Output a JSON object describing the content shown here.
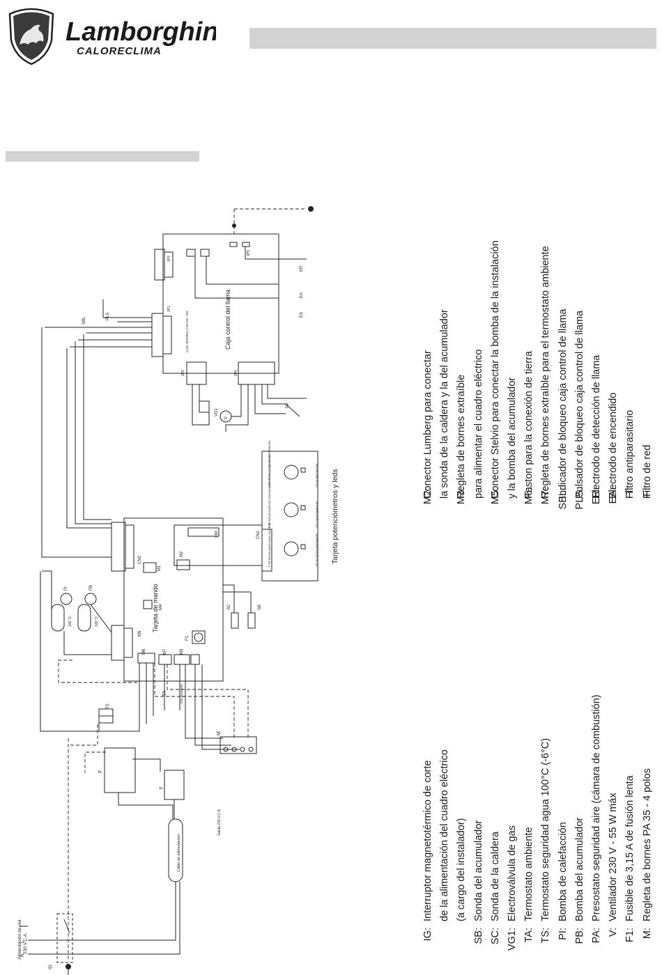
{
  "brand": {
    "name": "Lamborghini",
    "sub": "CALORECLIMA"
  },
  "diagram": {
    "power": {
      "title": "Alimentación de red",
      "voltage": "230 V.C.A.",
      "L": "L",
      "N": "N"
    },
    "cable": {
      "label": "Cable de alimentación"
    },
    "flame_box": {
      "title": "Caja control del llama",
      "code": "COD. 65/23011 2 R3 AG - RV"
    },
    "control_board": {
      "title": "Tarjeta de mando"
    },
    "pot_board": {
      "title": "Tarjeta potenciómetros y leds"
    },
    "pot_labels": [
      "P. DE REGULACIÓN AGUA CALIENTE",
      "P. DE REGULACIÓN DE FUNCIONAMIENTO AGUA SANITARIA",
      "P. DE REGULACIÓN DE TEMPERATURA"
    ],
    "led_labels": [
      "LED BLOQUEO QUEMADOR",
      "LED CALENTAMIENTO",
      "LED ALIMENTACIÓN"
    ],
    "labels": {
      "IG": "IG",
      "T": "T",
      "F": "F",
      "M": "M",
      "TS": "TS",
      "TA": "TA",
      "PI": "PI",
      "PB": "PB",
      "M1": "M1",
      "M2": "M2",
      "M3": "M3",
      "M4": "M4",
      "M5": "M5",
      "M6": "M6",
      "M7": "M7",
      "F1": "F1",
      "SC": "SC",
      "SB": "SB",
      "CN1": "CN1",
      "CN2": "CN2",
      "CN3": "CN3",
      "JP1": "JP1",
      "JP2": "JP2",
      "JP3": "JP3",
      "JP4": "JP4",
      "JP5": "JP5",
      "VG1": "VG1",
      "PA": "PA",
      "V": "V",
      "SBL": "SBL",
      "PLS": "PLS",
      "ER": "ER",
      "EA": "EA",
      "temp1": "100 °C",
      "temp2": "100 °C",
      "supply": "Salida 230 V.C.A.",
      "hint": "(No presente)"
    }
  },
  "legend_left": [
    {
      "key": "IG:",
      "lines": [
        "Interruptor magnetotérmico de corte",
        "de la alimentación del cuadro eléctrico",
        "(a cargo del instalador)"
      ]
    },
    {
      "key": "SB:",
      "lines": [
        "Sonda del acumulador"
      ]
    },
    {
      "key": "SC:",
      "lines": [
        "Sonda de la caldera"
      ]
    },
    {
      "key": "VG1:",
      "lines": [
        "Electroválvula de gas"
      ]
    },
    {
      "key": "TA:",
      "lines": [
        "Termostato ambiente"
      ]
    },
    {
      "key": "TS:",
      "lines": [
        "Termostato seguridad agua 100°C (-6°C)"
      ]
    },
    {
      "key": "PI:",
      "lines": [
        "Bomba de calefacción"
      ]
    },
    {
      "key": "PB:",
      "lines": [
        "Bomba del acumulador"
      ]
    },
    {
      "key": "PA:",
      "lines": [
        "Presostato seguridad aire (cámara de combustión)"
      ]
    },
    {
      "key": "V:",
      "lines": [
        "Ventilador 230 V - 55 W máx"
      ]
    },
    {
      "key": "F1:",
      "lines": [
        "Fusible de 3,15 A de fusión lenta"
      ]
    },
    {
      "key": "M:",
      "lines": [
        "Regleta de bornes PA 35 - 4 polos"
      ]
    }
  ],
  "legend_right": [
    {
      "key": "M2:",
      "lines": [
        "Conector Lumberg para conectar",
        "la sonda de la caldera y la del acumulador"
      ]
    },
    {
      "key": "M3:",
      "lines": [
        "Regleta de bornes extraíble",
        "para alimentar el cuadro eléctrico"
      ]
    },
    {
      "key": "M5:",
      "lines": [
        "Conector Stelvio para conectar la bomba de la instalación",
        "y la bomba del acumulador"
      ]
    },
    {
      "key": "M6:",
      "lines": [
        "Faston para la conexión de tierra"
      ]
    },
    {
      "key": "M7:",
      "lines": [
        "Regleta de bornes extraíble para el termostato ambiente"
      ]
    },
    {
      "key": "SBL:",
      "lines": [
        "Indicador de bloqueo caja control de llama"
      ]
    },
    {
      "key": "PLS:",
      "lines": [
        "Pulsador de bloqueo caja control de llama"
      ]
    },
    {
      "key": "ER:",
      "lines": [
        "Electrodo de detección de llama"
      ]
    },
    {
      "key": "EA:",
      "lines": [
        "Electrodo de encendido"
      ]
    },
    {
      "key": "T:",
      "lines": [
        "Filtro antiparasitario"
      ]
    },
    {
      "key": "F:",
      "lines": [
        "Filtro de red"
      ]
    }
  ]
}
